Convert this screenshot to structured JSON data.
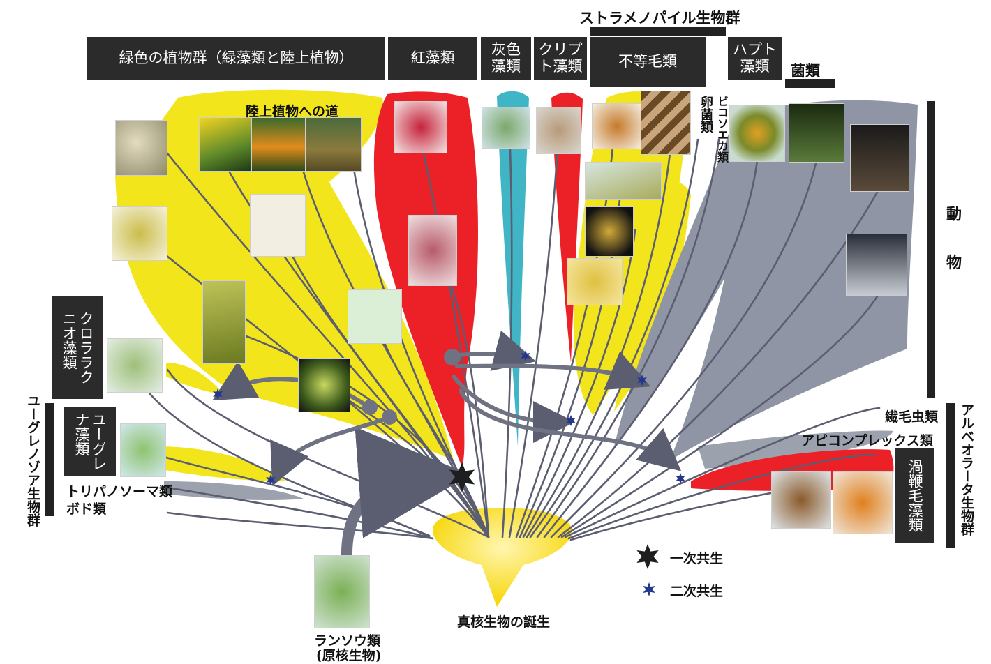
{
  "headers": {
    "green_plants": "緑色の植物群（緑藻類と陸上植物）",
    "red_algae": "紅藻類",
    "glaucophytes": "灰色\n藻類",
    "cryptophytes": "クリプ\nト藻類",
    "heterokonts": "不等毛類",
    "haptophytes": "ハプト\n藻類",
    "fungi": "菌類",
    "stramenopiles": "ストラメノパイル生物群"
  },
  "labels": {
    "road_to_land": "陸上植物への道",
    "oomycetes": "卵菌類",
    "labyrinthulids": "ビコソエカ類",
    "animals": "動 物",
    "chlorarachniophytes": "クロララク\nニオ藻類",
    "euglenophytes": "ユーグレ\nナ藻類",
    "euglenozoa": "ユーグレノゾア生物群",
    "trypanosomes_1": "トリパノソーマ類",
    "trypanosomes_2": "ボド類",
    "ciliates": "繊毛虫類",
    "apicomplexa": "アピコンプレックス類",
    "dinoflagellates": "渦鞭毛藻類",
    "alveolata": "アルベオラータ生物群",
    "eukaryote_birth": "真核生物の誕生",
    "cyanobacteria_1": "ランソウ類",
    "cyanobacteria_2": "(原核生物)"
  },
  "legend": {
    "primary": "一次共生",
    "secondary": "二次共生",
    "primary_color": "#1e1e1e",
    "secondary_color": "#24378f"
  },
  "colors": {
    "green_lineage": "#f3e51c",
    "red_lineage": "#ec2027",
    "glaucophyte_lineage": "#3fb5c6",
    "opisthokont_lineage": "#8f95a4",
    "branch_line": "#5b5e70"
  }
}
